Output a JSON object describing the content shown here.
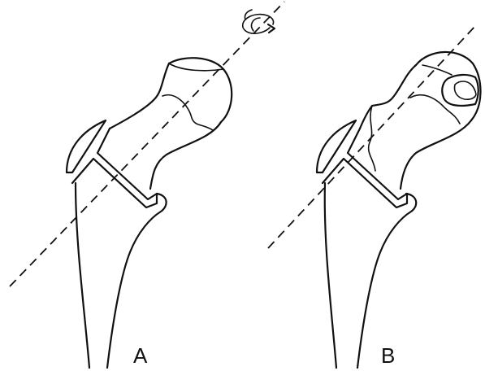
{
  "figure": {
    "panels": [
      {
        "id": "A",
        "label": "A"
      },
      {
        "id": "B",
        "label": "B"
      }
    ],
    "line_color": "#111111",
    "background": "#ffffff"
  }
}
